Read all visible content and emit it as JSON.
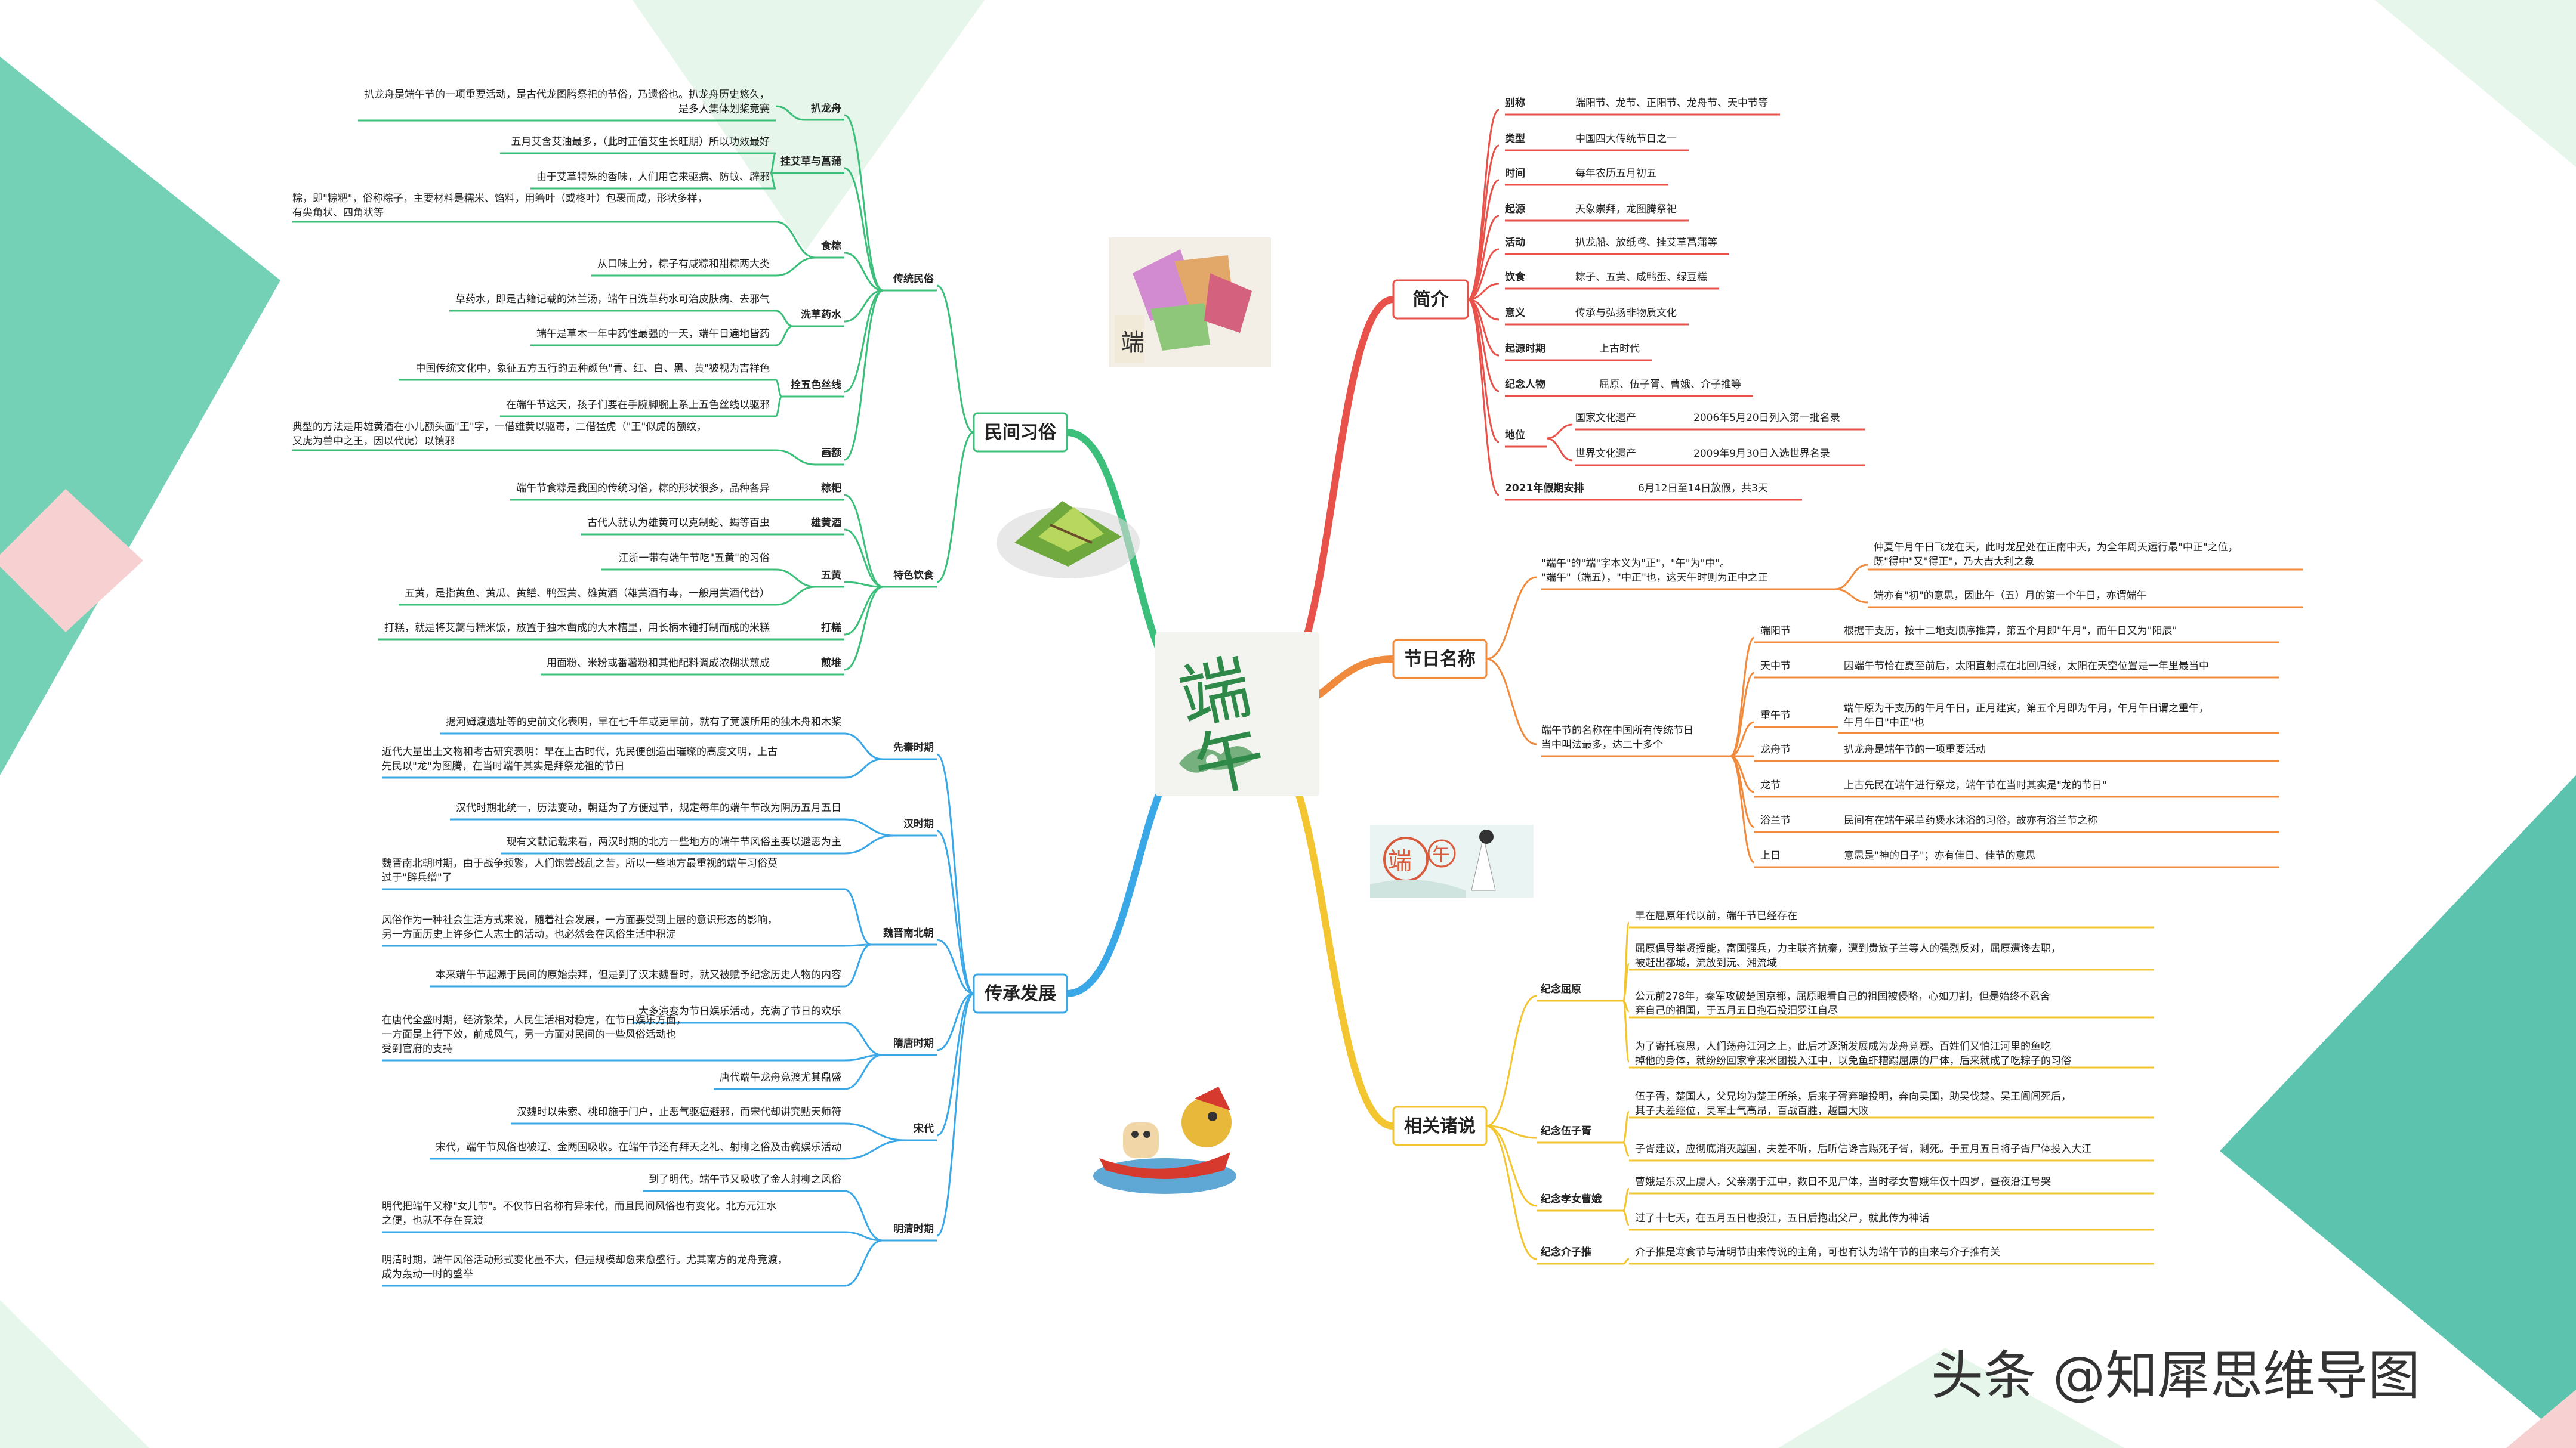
{
  "center": {
    "title": "端午"
  },
  "watermark": "头条 @知犀思维导图",
  "branch_colors": {
    "intro": "#e8524a",
    "name": "#f08a3c",
    "legend": "#f3c531",
    "custom": "#3cbf7a",
    "develop": "#3aa7e6"
  },
  "branches": {
    "intro": {
      "label": "简介",
      "items": [
        {
          "key": "别称",
          "value": "端阳节、龙节、正阳节、龙舟节、天中节等"
        },
        {
          "key": "类型",
          "value": "中国四大传统节日之一"
        },
        {
          "key": "时间",
          "value": "每年农历五月初五"
        },
        {
          "key": "起源",
          "value": "天象崇拜，龙图腾祭祀"
        },
        {
          "key": "活动",
          "value": "扒龙船、放纸鸢、挂艾草菖蒲等"
        },
        {
          "key": "饮食",
          "value": "粽子、五黄、咸鸭蛋、绿豆糕"
        },
        {
          "key": "意义",
          "value": "传承与弘扬非物质文化"
        },
        {
          "key": "起源时期",
          "value": "上古时代"
        },
        {
          "key": "纪念人物",
          "value": "屈原、伍子胥、曹娥、介子推等"
        },
        {
          "key": "地位",
          "subs": [
            {
              "key": "国家文化遗产",
              "value": "2006年5月20日列入第一批名录"
            },
            {
              "key": "世界文化遗产",
              "value": "2009年9月30日入选世界名录"
            }
          ]
        },
        {
          "key": "2021年假期安排",
          "value": "6月12日至14日放假，共3天"
        }
      ]
    },
    "name": {
      "label": "节日名称",
      "sub1": {
        "text": [
          "\"端午\"的\"端\"字本义为\"正\"，\"午\"为\"中\"。",
          "\"端午\"（端五），\"中正\"也，这天午时则为正中之正"
        ],
        "leaves": [
          [
            "仲夏午月午日飞龙在天，此时龙星处在正南中天，为全年周天运行最\"中正\"之位，",
            "既\"得中\"又\"得正\"，乃大吉大利之象"
          ],
          [
            "端亦有\"初\"的意思，因此午（五）月的第一个午日，亦谓端午"
          ]
        ]
      },
      "sub2": {
        "text": [
          "端午节的名称在中国所有传统节日",
          "当中叫法最多，达二十多个"
        ],
        "items": [
          {
            "key": "端阳节",
            "value": [
              "根据干支历，按十二地支顺序推算，第五个月即\"午月\"，而午日又为\"阳辰\""
            ]
          },
          {
            "key": "天中节",
            "value": [
              "因端午节恰在夏至前后，太阳直射点在北回归线，太阳在天空位置是一年里最当中"
            ]
          },
          {
            "key": "重午节",
            "value": [
              "端午原为干支历的午月午日，正月建寅，第五个月即为午月，午月午日谓之重午，",
              "午月午日\"中正\"也"
            ]
          },
          {
            "key": "龙舟节",
            "value": [
              "扒龙舟是端午节的一项重要活动"
            ]
          },
          {
            "key": "龙节",
            "value": [
              "上古先民在端午进行祭龙，端午节在当时其实是\"龙的节日\""
            ]
          },
          {
            "key": "浴兰节",
            "value": [
              "民间有在端午采草药煲水沐浴的习俗，故亦有浴兰节之称"
            ]
          },
          {
            "key": "上日",
            "value": [
              "意思是\"神的日子\"；亦有佳日、佳节的意思"
            ]
          }
        ]
      }
    },
    "legend": {
      "label": "相关诸说",
      "groups": [
        {
          "key": "纪念屈原",
          "items": [
            [
              "早在屈原年代以前，端午节已经存在"
            ],
            [
              "屈原倡导举贤授能，富国强兵，力主联齐抗秦，遭到贵族子兰等人的强烈反对，屈原遭谗去职，",
              "被赶出都城，流放到沅、湘流域"
            ],
            [
              "公元前278年，秦军攻破楚国京都，屈原眼看自己的祖国被侵略，心如刀割，但是始终不忍舍",
              "弃自己的祖国，于五月五日抱石投汨罗江自尽"
            ],
            [
              "为了寄托哀思，人们荡舟江河之上，此后才逐渐发展成为龙舟竞赛。百姓们又怕江河里的鱼吃",
              "掉他的身体，就纷纷回家拿来米团投入江中，以免鱼虾糟蹋屈原的尸体，后来就成了吃粽子的习俗"
            ]
          ]
        },
        {
          "key": "纪念伍子胥",
          "items": [
            [
              "伍子胥，楚国人，父兄均为楚王所杀，后来子胥弃暗投明，奔向吴国，助吴伐楚。吴王阖闾死后，",
              "其子夫差继位，吴军士气高昂，百战百胜，越国大败"
            ],
            [
              "子胥建议，应彻底消灭越国，夫差不听，后听信谗言赐死子胥，剩死。于五月五日将子胥尸体投入大江"
            ]
          ]
        },
        {
          "key": "纪念孝女曹娥",
          "items": [
            [
              "曹娥是东汉上虞人，父亲溺于江中，数日不见尸体，当时孝女曹娥年仅十四岁，昼夜沿江号哭"
            ],
            [
              "过了十七天，在五月五日也投江，五日后抱出父尸，就此传为神话"
            ]
          ]
        },
        {
          "key": "纪念介子推",
          "items": [
            [
              "介子推是寒食节与清明节由来传说的主角，可也有认为端午节的由来与介子推有关"
            ]
          ]
        }
      ]
    },
    "custom": {
      "label": "民间习俗",
      "groups": [
        {
          "key": "传统民俗",
          "subs": [
            {
              "key": "扒龙舟",
              "leaves": [
                [
                  "扒龙舟是端午节的一项重要活动，是古代龙图腾祭祀的节俗，乃遗俗也。扒龙舟历史悠久，",
                  "是多人集体划桨竞赛"
                ]
              ]
            },
            {
              "key": "挂艾草与菖蒲",
              "leaves": [
                [
                  "五月艾含艾油最多，（此时正值艾生长旺期）所以功效最好"
                ],
                [
                  "由于艾草特殊的香味，人们用它来驱病、防蚊、辟邪"
                ]
              ]
            },
            {
              "key": "食粽",
              "leaves": [
                [
                  "粽，即\"粽粑\"，俗称粽子，主要材料是糯米、馅料，用箬叶（或柊叶）包裹而成，形状多样，",
                  "有尖角状、四角状等"
                ],
                [
                  "从口味上分，粽子有咸粽和甜粽两大类"
                ]
              ]
            },
            {
              "key": "洗草药水",
              "leaves": [
                [
                  "草药水，即是古籍记载的沐兰汤，端午日洗草药水可治皮肤病、去邪气"
                ],
                [
                  "端午是草木一年中药性最强的一天，端午日遍地皆药"
                ]
              ]
            },
            {
              "key": "拴五色丝线",
              "leaves": [
                [
                  "中国传统文化中，象征五方五行的五种颜色\"青、红、白、黑、黄\"被视为吉祥色"
                ],
                [
                  "在端午节这天，孩子们要在手腕脚腕上系上五色丝线以驱邪"
                ]
              ]
            },
            {
              "key": "画额",
              "leaves": [
                [
                  "典型的方法是用雄黄酒在小儿额头画\"王\"字，一借雄黄以驱毒，二借猛虎（\"王\"似虎的额纹，",
                  "又虎为兽中之王，因以代虎）以镇邪"
                ]
              ]
            }
          ]
        },
        {
          "key": "特色饮食",
          "subs": [
            {
              "key": "粽粑",
              "leaves": [
                [
                  "端午节食粽是我国的传统习俗，粽的形状很多，品种各异"
                ]
              ]
            },
            {
              "key": "雄黄酒",
              "leaves": [
                [
                  "古代人就认为雄黄可以克制蛇、蝎等百虫"
                ]
              ]
            },
            {
              "key": "五黄",
              "leaves": [
                [
                  "江浙一带有端午节吃\"五黄\"的习俗"
                ],
                [
                  "五黄，是指黄鱼、黄瓜、黄鳝、鸭蛋黄、雄黄酒（雄黄酒有毒，一般用黄酒代替）"
                ]
              ]
            },
            {
              "key": "打糕",
              "leaves": [
                [
                  "打糕，就是将艾蒿与糯米饭，放置于独木凿成的大木槽里，用长柄木锤打制而成的米糕"
                ]
              ]
            },
            {
              "key": "煎堆",
              "leaves": [
                [
                  "用面粉、米粉或番薯粉和其他配料调成浓糊状煎成"
                ]
              ]
            }
          ]
        }
      ]
    },
    "develop": {
      "label": "传承发展",
      "groups": [
        {
          "key": "先秦时期",
          "leaves": [
            [
              "据河姆渡遗址等的史前文化表明，早在七千年或更早前，就有了竞渡所用的独木舟和木桨"
            ],
            [
              "近代大量出土文物和考古研究表明：早在上古时代，先民便创造出璀璨的高度文明，上古",
              "先民以\"龙\"为图腾，在当时端午其实是拜祭龙祖的节日"
            ]
          ]
        },
        {
          "key": "汉时期",
          "leaves": [
            [
              "汉代时期北统一，历法变动，朝廷为了方便过节，规定每年的端午节改为阴历五月五日"
            ],
            [
              "现有文献记载来看，两汉时期的北方一些地方的端午节风俗主要以避恶为主"
            ]
          ]
        },
        {
          "key": "魏晋南北朝",
          "leaves": [
            [
              "魏晋南北朝时期，由于战争频繁，人们饱尝战乱之苦，所以一些地方最重视的端午习俗莫",
              "过于\"辟兵缯\"了"
            ],
            [
              "风俗作为一种社会生活方式来说，随着社会发展，一方面要受到上层的意识形态的影响，",
              "另一方面历史上许多仁人志士的活动，也必然会在风俗生活中积淀"
            ],
            [
              "本来端午节起源于民间的原始崇拜，但是到了汉末魏晋时，就又被赋予纪念历史人物的内容"
            ]
          ]
        },
        {
          "key": "隋唐时期",
          "leaves": [
            [
              "大多演变为节日娱乐活动，充满了节日的欢乐"
            ],
            [
              "在唐代全盛时期，经济繁荣，人民生活相对稳定，在节日娱乐方面，",
              "一方面是上行下效，前成风气，另一方面对民间的一些风俗活动也",
              "受到官府的支持"
            ],
            [
              "唐代端午龙舟竞渡尤其鼎盛"
            ]
          ]
        },
        {
          "key": "宋代",
          "leaves": [
            [
              "汉魏时以朱索、桃印施于门户，止恶气驱瘟避邪，而宋代却讲究贴天师符"
            ],
            [
              "宋代，端午节风俗也被辽、金两国吸收。在端午节还有拜天之礼、射柳之俗及击鞠娱乐活动"
            ]
          ]
        },
        {
          "key": "明清时期",
          "leaves": [
            [
              "到了明代，端午节又吸收了金人射柳之风俗"
            ],
            [
              "明代把端午又称\"女儿节\"。不仅节日名称有异宋代，而且民间风俗也有变化。北方元江水",
              "之便，也就不存在竞渡"
            ],
            [
              "明清时期，端午风俗活动形式变化虽不大，但是规模却愈来愈盛行。尤其南方的龙舟竞渡，",
              "成为轰动一时的盛举"
            ]
          ]
        }
      ]
    }
  }
}
